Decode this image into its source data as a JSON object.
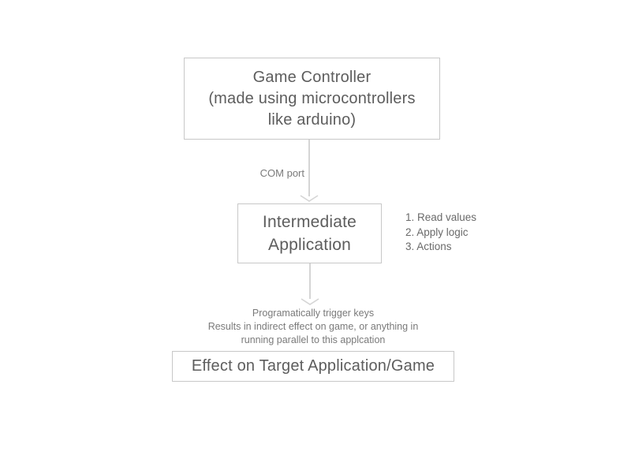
{
  "diagram": {
    "game_controller": {
      "lines": [
        "Game Controller",
        "(made using microcontrollers",
        "like arduino)"
      ]
    },
    "com_port_label": "COM port",
    "intermediate_application": {
      "lines": [
        "Intermediate",
        "Application"
      ]
    },
    "process_steps": {
      "items": [
        "1. Read values",
        "2. Apply logic",
        "3. Actions"
      ]
    },
    "trigger_note": {
      "lines": [
        "Programatically trigger keys",
        "Results in indirect effect on game, or anything in",
        "running parallel to this applcation"
      ]
    },
    "effect_label": "Effect on Target Application/Game",
    "colors": {
      "background": "#ffffff",
      "box_border": "#c8c8c8",
      "box_text": "#5d5d5d",
      "connector": "#d5d5d5",
      "note_text": "#7a7a7a",
      "list_text": "#6a6a6a"
    }
  }
}
